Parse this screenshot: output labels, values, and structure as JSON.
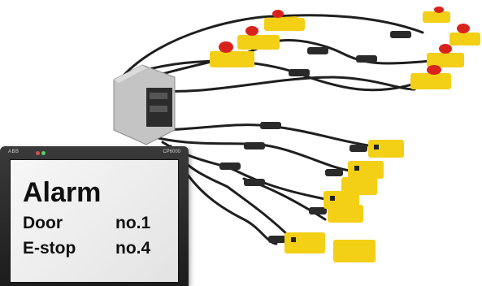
{
  "hmi": {
    "brand": "ABB",
    "model": "CP6000",
    "title": "Alarm",
    "rows": [
      {
        "label": "Door",
        "value": "no.1"
      },
      {
        "label": "E-stop",
        "value": "no.4"
      }
    ]
  },
  "colors": {
    "sensor_yellow": "#f3cf16",
    "estop_red": "#d8231c",
    "cable": "#1f1f1f",
    "controller_grey": "#bdbdbd"
  }
}
